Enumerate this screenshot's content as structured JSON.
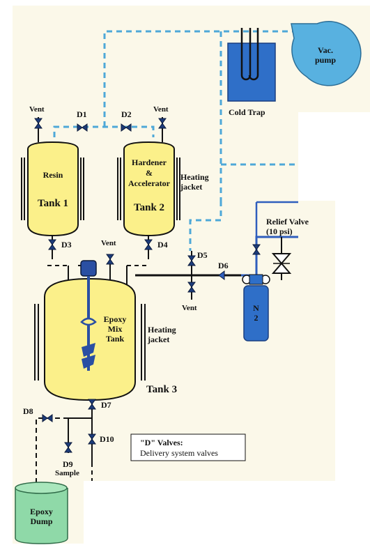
{
  "labels": {
    "vac_pump": "Vac.\npump",
    "cold_trap": "Cold Trap",
    "vent_tank1": "Vent",
    "vent_tank2": "Vent",
    "vent_tank3": "Vent",
    "vent_manifold": "Vent",
    "d1": "D1",
    "d2": "D2",
    "d3": "D3",
    "d4": "D4",
    "d5": "D5",
    "d6": "D6",
    "d7": "D7",
    "d8": "D8",
    "d9": "D9",
    "d10": "D10",
    "tank1_content": "Resin",
    "tank1_name": "Tank 1",
    "tank2_content": "Hardener\n&\nAccelerator",
    "tank2_name": "Tank 2",
    "heating_jacket_top": "Heating\njacket",
    "heating_jacket_mid": "Heating\njacket",
    "relief_valve": "Relief Valve\n(10 psi)",
    "n2": "N\n2",
    "tank3_content": "Epoxy\nMix\nTank",
    "tank3_name": "Tank 3",
    "legend_title": "\"D\" Valves:",
    "legend_text": "Delivery system valves",
    "sample": "Sample",
    "epoxy_dump": "Epoxy\nDump"
  },
  "colors": {
    "background": "#fbf8e9",
    "tank_fill": "#fbf08a",
    "pipe_blue_dashed": "#4ea8d8",
    "pipe_blue_solid": "#2f5ebd",
    "vacuum_pump": "#58b1e0",
    "cold_trap": "#2f6fc8",
    "n2_cylinder": "#2f6fc8",
    "epoxy_dump": "#8fd9a8",
    "stirrer": "#2a4fa3"
  }
}
